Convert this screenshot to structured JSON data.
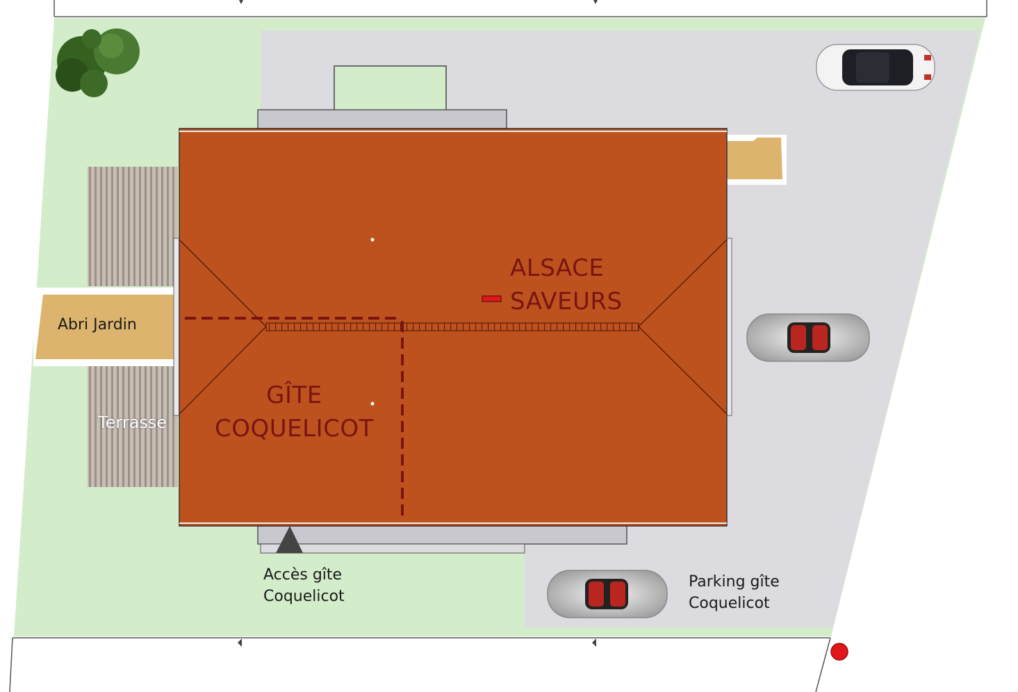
{
  "labels": {
    "abri_jardin": "Abri Jardin",
    "terrasse": "Terrasse",
    "alsace_saveurs": "ALSACE\nSAVEURS",
    "gite_coquelicot": "GÎTE\nCOQUELICOT",
    "acces_gite": "Accès gîte\nCoquelicot",
    "parking_gite": "Parking gîte\nCoquelicot"
  },
  "colors": {
    "lawn": "#d3ecca",
    "paving": "#dcdbe0",
    "roof": "#bd521f",
    "roof_line": "#5a1e08",
    "divider": "#7a1410",
    "wood_shed": "#ddb46d",
    "terrace_wood": "#b8aea3",
    "tree": "#3e6e2a",
    "marker_red": "#e0161b"
  },
  "icons": {
    "tree": "tree-icon",
    "car": "car-icon",
    "entrance": "entrance-triangle-icon",
    "marker": "red-dot-marker-icon"
  }
}
